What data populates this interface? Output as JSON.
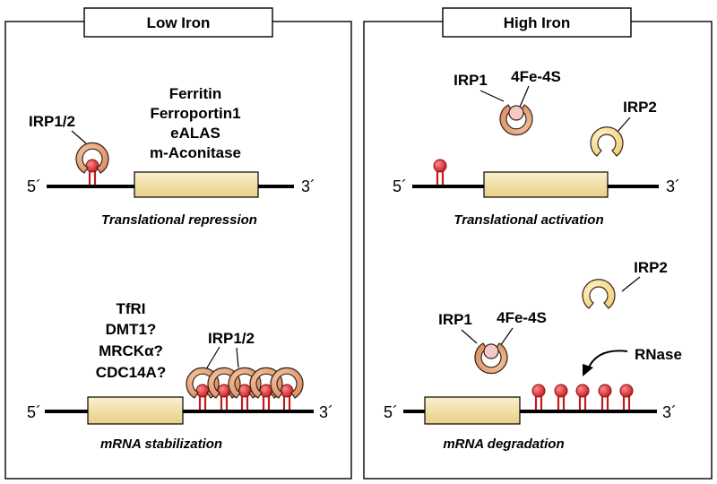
{
  "panels": {
    "low": {
      "title": "Low Iron",
      "top": {
        "genes": [
          "Ferritin",
          "Ferroportin1",
          "eALAS",
          "m-Aconitase"
        ],
        "protein": "IRP1/2",
        "caption": "Translational repression"
      },
      "bottom": {
        "genes": [
          "TfRI",
          "DMT1?",
          "MRCKα?",
          "CDC14A?"
        ],
        "protein": "IRP1/2",
        "caption": "mRNA stabilization"
      }
    },
    "high": {
      "title": "High Iron",
      "top": {
        "irp1": "IRP1",
        "cluster": "4Fe-4S",
        "irp2": "IRP2",
        "caption": "Translational activation"
      },
      "bottom": {
        "irp1": "IRP1",
        "cluster": "4Fe-4S",
        "irp2": "IRP2",
        "enzyme": "RNase",
        "caption": "mRNA degradation"
      }
    }
  },
  "ends": {
    "five": "5´",
    "three": "3´"
  },
  "colors": {
    "irp_fill": "#e8a67c",
    "irp_pale": "#f7e3a6",
    "cds_fill": "#f3dfa2",
    "ire_red": "#d8232a",
    "cluster_fill": "#f6c9c9"
  }
}
